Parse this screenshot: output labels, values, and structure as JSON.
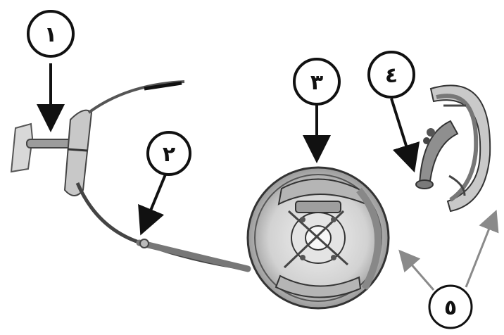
{
  "diagram": {
    "callouts": [
      {
        "id": 1,
        "label": "١",
        "part": "parking-brake-lever"
      },
      {
        "id": 2,
        "label": "٢",
        "part": "brake-cable"
      },
      {
        "id": 3,
        "label": "٣",
        "part": "drum-brake-assembly"
      },
      {
        "id": 4,
        "label": "٤",
        "part": "parking-brake-lever-arm"
      },
      {
        "id": 5,
        "label": "٥",
        "part": "brake-shoes"
      }
    ],
    "colors": {
      "line": "#111111",
      "arrow_grey": "#8a8a8a",
      "metal_light": "#d9d9d9",
      "metal_mid": "#b5b5b5",
      "metal_dark": "#6e6e6e"
    }
  }
}
